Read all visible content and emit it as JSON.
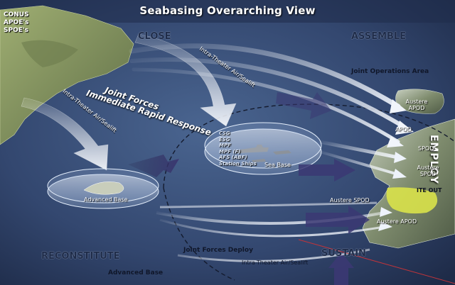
{
  "title": "Seabasing Overarching View",
  "conus": [
    "CONUS",
    "APOE's",
    "SPOE's"
  ],
  "phases": {
    "close": "CLOSE",
    "assemble": "ASSEMBLE",
    "employ": "EMPLOY",
    "sustain": "SUSTAIN",
    "reconstitute": "RECONSTITUTE"
  },
  "labels": {
    "joint_ops_area": "Joint Operations Area",
    "jf_line1": "Joint Forces",
    "jf_line2": "Immediate Rapid Response",
    "intra_theater_1": "Intra-Theater Air/Sealift",
    "intra_theater_2": "Intra-Theater Air/Sealift",
    "intra_theater_3": "Intra-Theater Air/Sealift",
    "sea_base": "Sea Base",
    "advanced_base": "Advanced Base",
    "advanced_base_bottom": "Advanced Base",
    "joint_forces_deploy": "Joint Forces Deploy",
    "austere_apod_1": "Austere APOD",
    "apod": "APOD",
    "spod": "SPOD",
    "austere_spod_1": "Austere SPOD",
    "ite_out": "ITE OUT",
    "austere_spod_2": "Austere SPOD",
    "austere_apod_2": "Austere APOD"
  },
  "ship_groups": [
    "CSG",
    "ESG",
    "MPF",
    "MPF (F)",
    "AFS (ABF)",
    "Station Ships"
  ],
  "colors": {
    "ocean": "#2b3d62",
    "land": "#8a9a63",
    "arrow": "#dfe7f5",
    "base_ring": "#cfe0f4",
    "highlight": "#d9e24a"
  }
}
